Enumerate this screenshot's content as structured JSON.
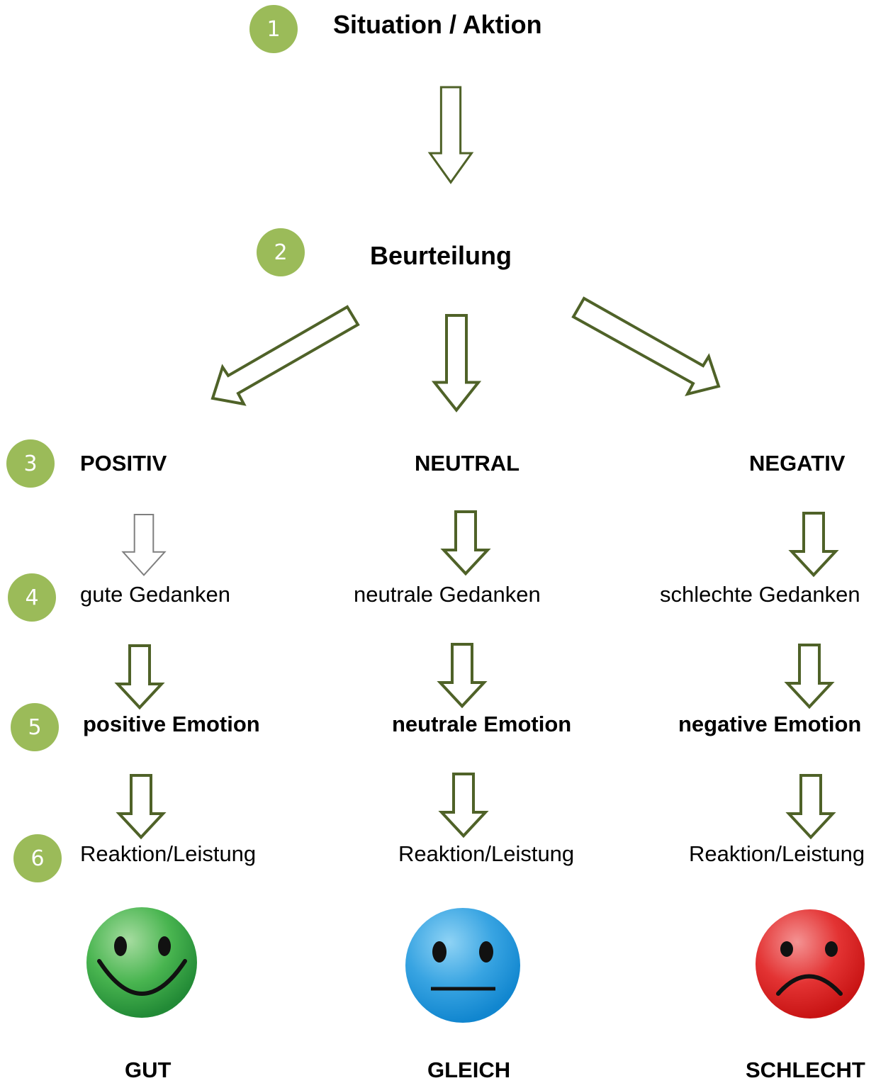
{
  "colors": {
    "badge": "#9bbb59",
    "arrow_stroke": "#4f6228",
    "arrow_stroke_light": "#7f7f7f",
    "face_good": "#3fae49",
    "face_neutral": "#32a0e0",
    "face_bad": "#e02727"
  },
  "steps": [
    {
      "number": "1",
      "label": "Situation / Aktion"
    },
    {
      "number": "2",
      "label": "Beurteilung"
    },
    {
      "number": "3"
    },
    {
      "number": "4"
    },
    {
      "number": "5"
    },
    {
      "number": "6"
    }
  ],
  "columns": [
    {
      "assessment": "POSITIV",
      "thoughts": "gute Gedanken",
      "emotion": "positive Emotion",
      "reaction": "Reaktion/Leistung",
      "face_icon": "happy-face-icon",
      "result": "GUT"
    },
    {
      "assessment": "NEUTRAL",
      "thoughts": "neutrale Gedanken",
      "emotion": "neutrale Emotion",
      "reaction": "Reaktion/Leistung",
      "face_icon": "neutral-face-icon",
      "result": "GLEICH"
    },
    {
      "assessment": "NEGATIV",
      "thoughts": "schlechte Gedanken",
      "emotion": "negative Emotion",
      "reaction": "Reaktion/Leistung",
      "face_icon": "sad-face-icon",
      "result": "SCHLECHT"
    }
  ]
}
